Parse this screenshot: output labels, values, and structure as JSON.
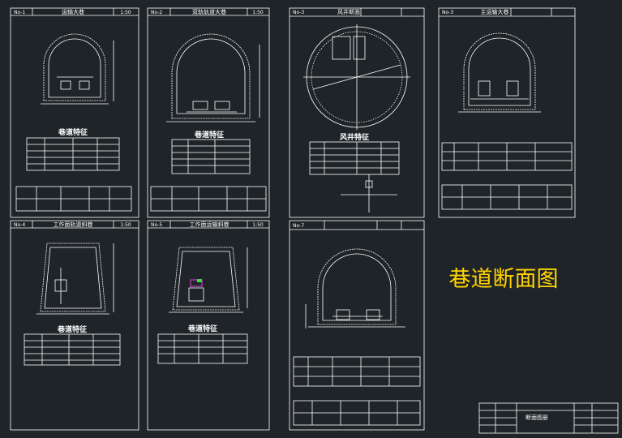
{
  "big_title": "巷道断面图",
  "colors": {
    "background": "#1f2428",
    "line": "#ffffff",
    "title": "#ffd400",
    "accent": "#e040e0"
  },
  "sheets": [
    {
      "no": "No-1",
      "title": "运输大巷",
      "scale": "1:50",
      "section_title": "巷道特征"
    },
    {
      "no": "No-2",
      "title": "双轨轨道大巷",
      "scale": "1:50",
      "section_title": "巷道特征"
    },
    {
      "no": "No-3",
      "title": "风井断面",
      "scale": "",
      "section_title": "风井特征"
    },
    {
      "no": "No-3",
      "title": "主运输大巷",
      "scale": "",
      "section_title": ""
    },
    {
      "no": "No-4",
      "title": "工作面轨道斜巷",
      "scale": "1:50",
      "section_title": "巷道特征"
    },
    {
      "no": "No-5",
      "title": "工作面运输斜巷",
      "scale": "1:50",
      "section_title": "巷道特征"
    },
    {
      "no": "No-7",
      "title": "",
      "scale": "",
      "section_title": ""
    }
  ],
  "title_block": {
    "drawing_name": "断面图册"
  }
}
